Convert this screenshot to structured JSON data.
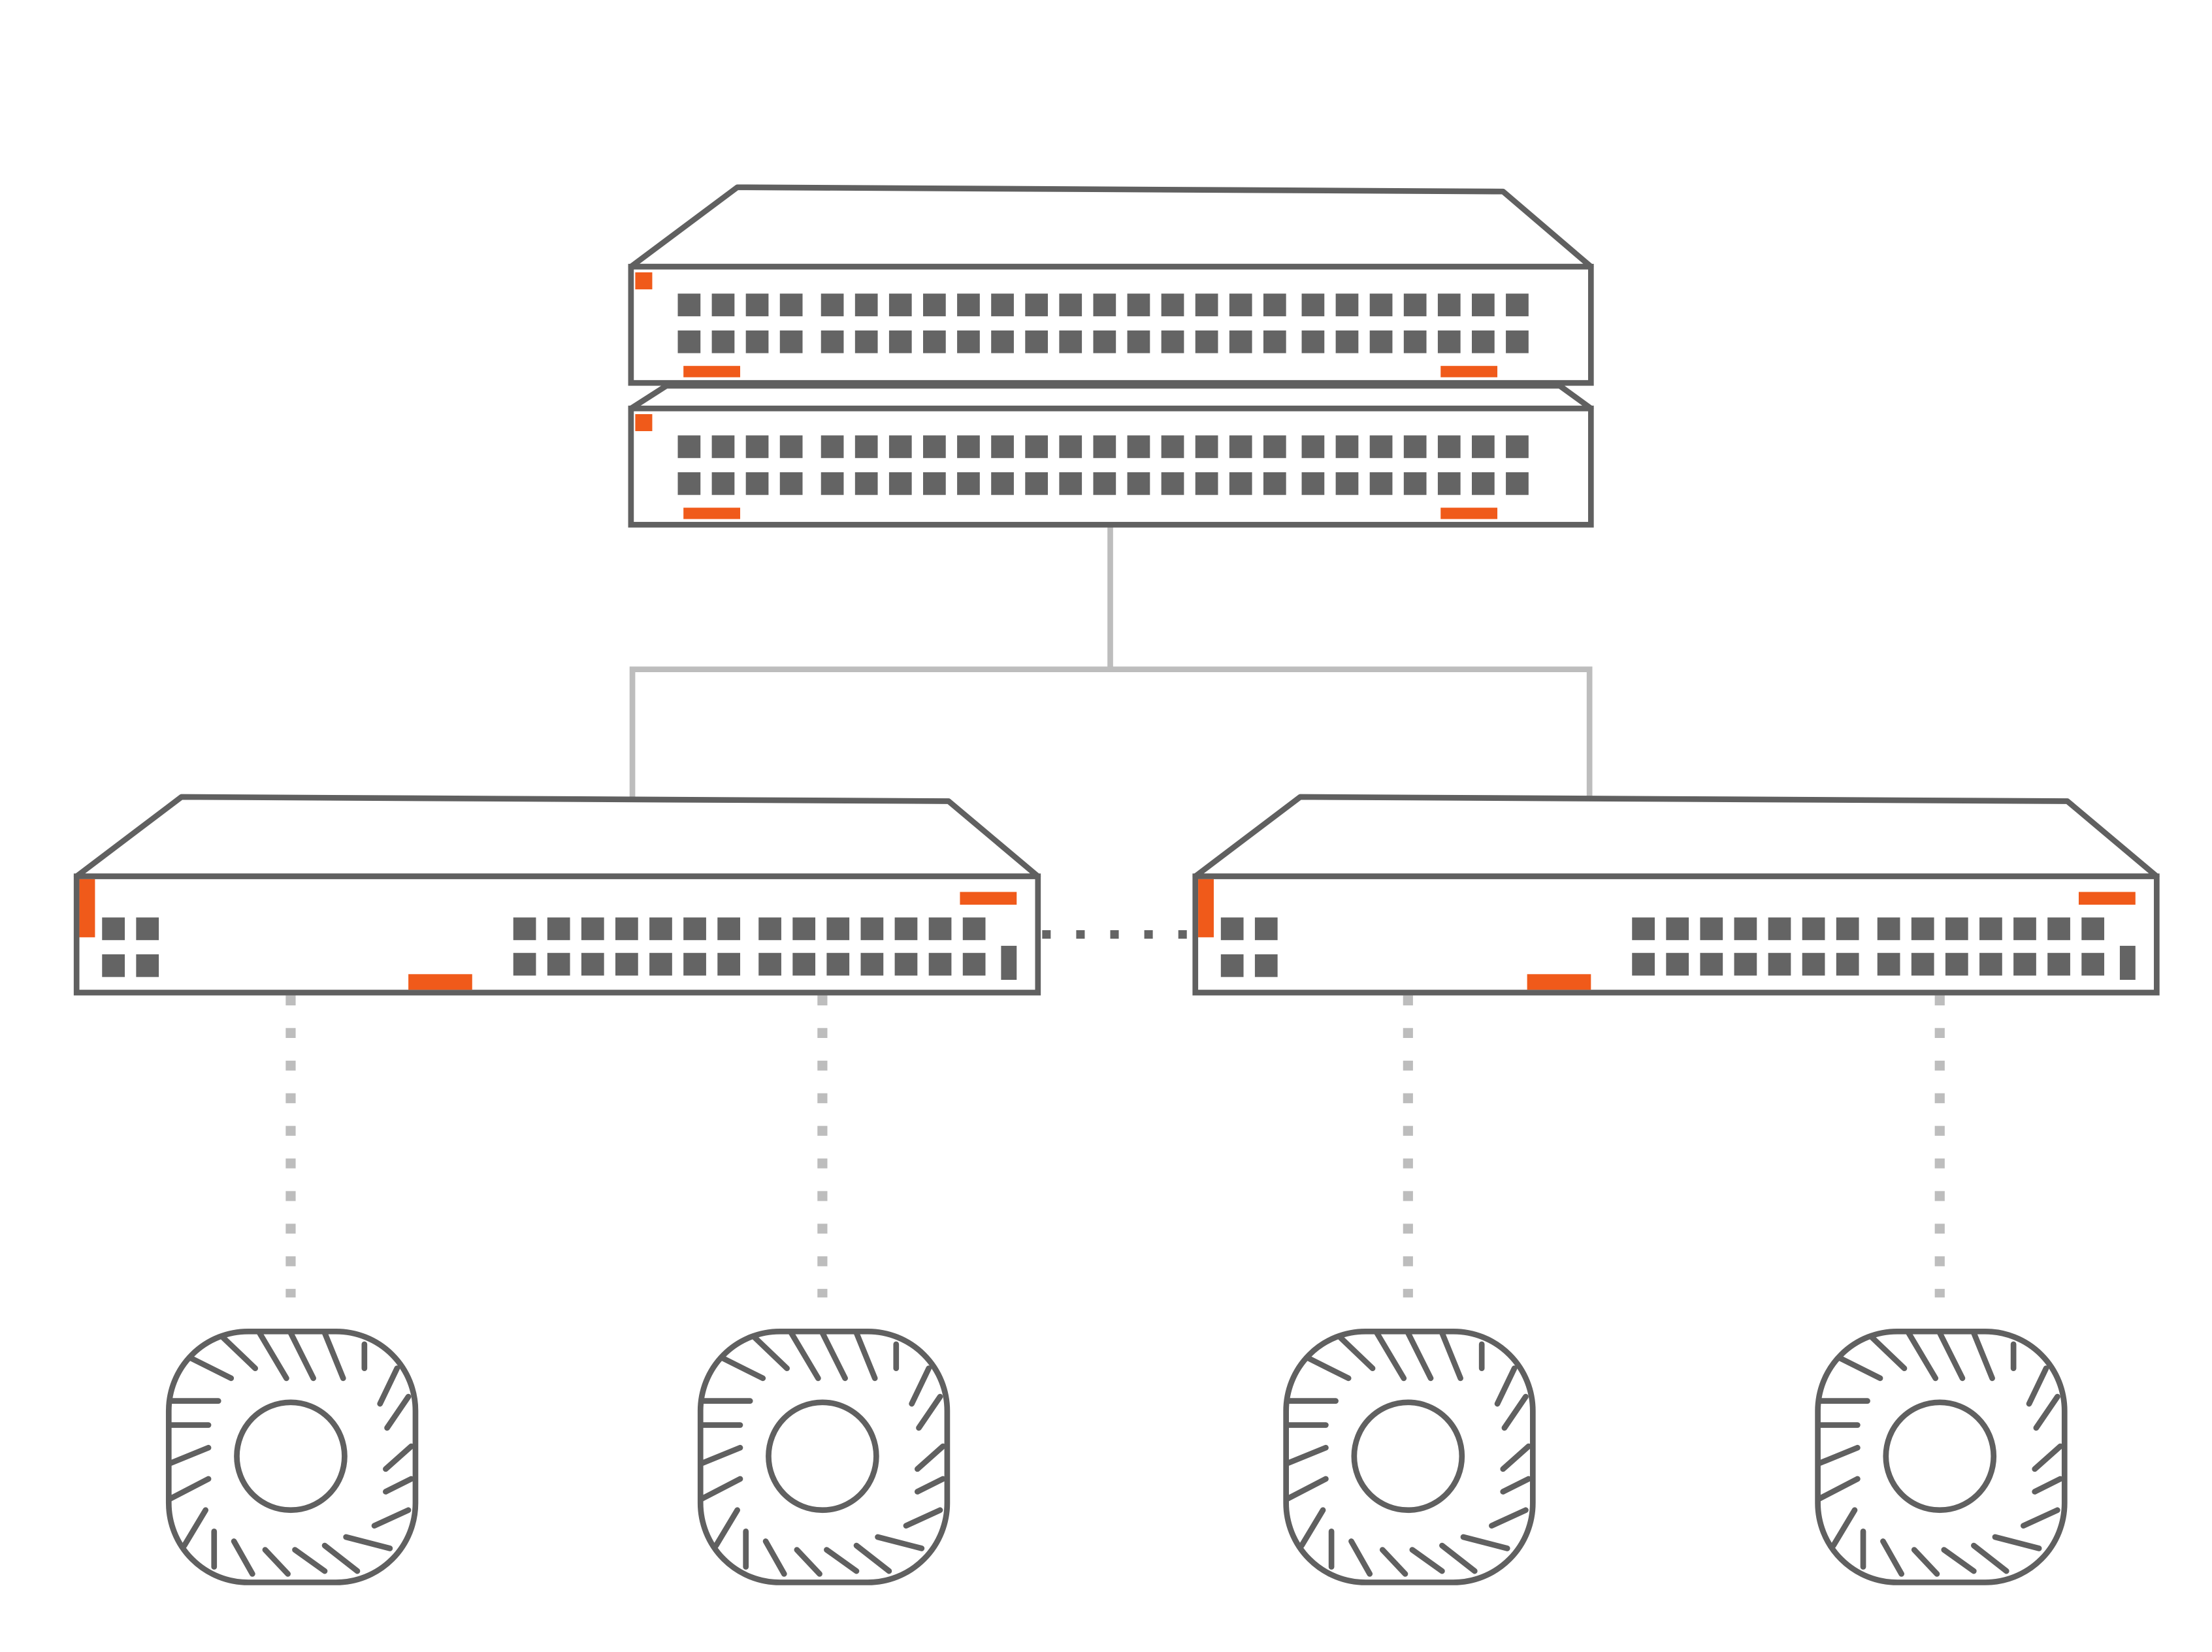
{
  "colors": {
    "device_stroke": "#606060",
    "port_fill": "#646464",
    "accent": "#f05a1a",
    "link": "#bdbdbd",
    "background": "#ffffff"
  },
  "topology": {
    "core_switch_stack": {
      "units": 2,
      "port_groups": [
        4,
        14,
        7
      ],
      "port_rows": 2
    },
    "access_switches": {
      "count": 2,
      "port_groups": [
        7,
        7
      ],
      "port_rows": 2
    },
    "access_points": {
      "count": 4,
      "per_switch": 2
    },
    "links": {
      "core_to_access": "solid",
      "access_to_access": "dotted",
      "access_to_ap": "dotted"
    }
  }
}
